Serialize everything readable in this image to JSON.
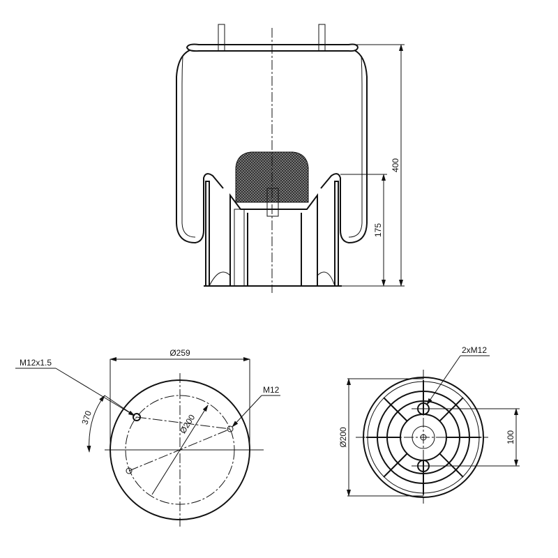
{
  "side_view": {
    "height_label": "400",
    "piston_height_label": "175"
  },
  "bottom_view_left": {
    "outer_diameter_label": "Ø259",
    "bolt_circle_label": "Ø200",
    "air_fitting_label": "M12x1.5",
    "bolt_label": "M12",
    "angle_label": "370"
  },
  "bottom_view_right": {
    "diameter_label": "Ø200",
    "bolt_spacing_label": "100",
    "bolts_label": "2xM12"
  }
}
